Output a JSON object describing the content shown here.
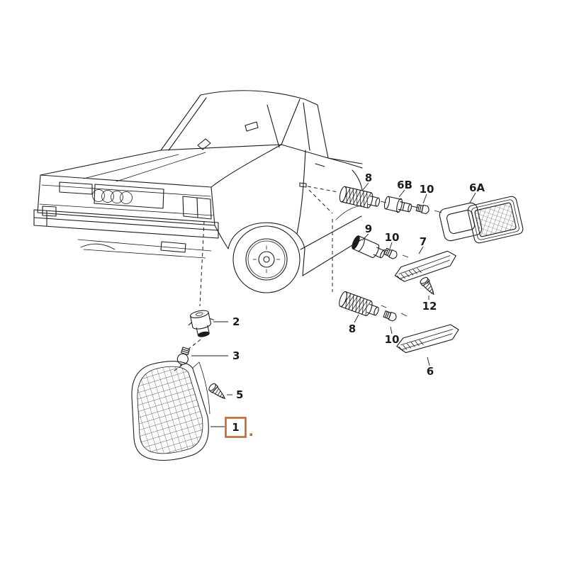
{
  "page": {
    "background_color": "#ffffff",
    "line_color": "#1c1c1c",
    "highlight_color": "#bf6b2f"
  },
  "diagram": {
    "type": "exploded-parts-diagram",
    "callouts": {
      "c1": "1",
      "c2": "2",
      "c3": "3",
      "c5": "5",
      "c6": "6",
      "c6a": "6A",
      "c6b": "6B",
      "c7": "7",
      "c8_top": "8",
      "c8_bottom": "8",
      "c9": "9",
      "c10_top": "10",
      "c10_mid": "10",
      "c10_bottom": "10",
      "c12": "12"
    },
    "highlighted_callout": "1"
  }
}
